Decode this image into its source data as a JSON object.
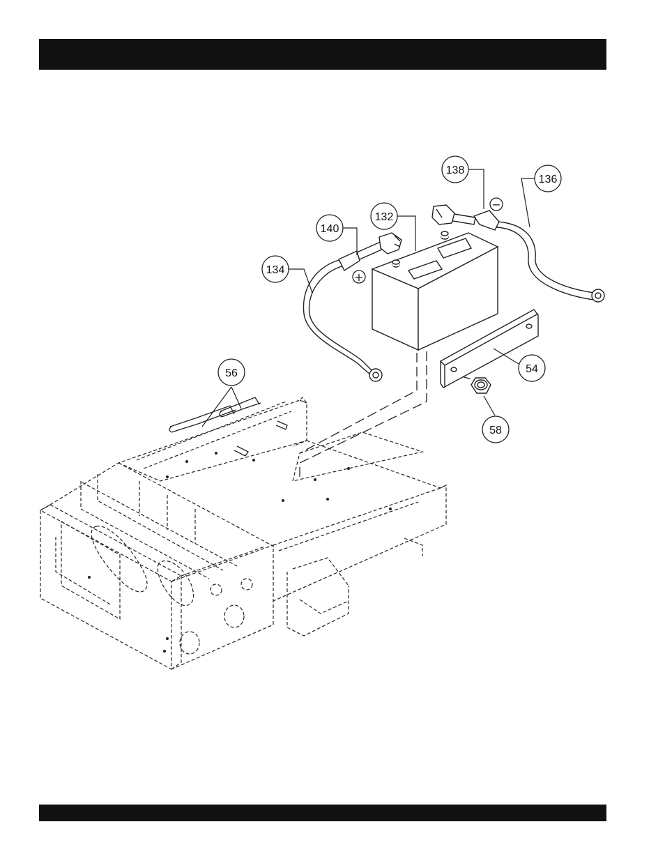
{
  "callouts": {
    "c138": "138",
    "c136": "136",
    "c132": "132",
    "c140": "140",
    "c134": "134",
    "c56": "56",
    "c54": "54",
    "c58": "58"
  },
  "symbols": {
    "positive": "+",
    "negative": "−"
  }
}
